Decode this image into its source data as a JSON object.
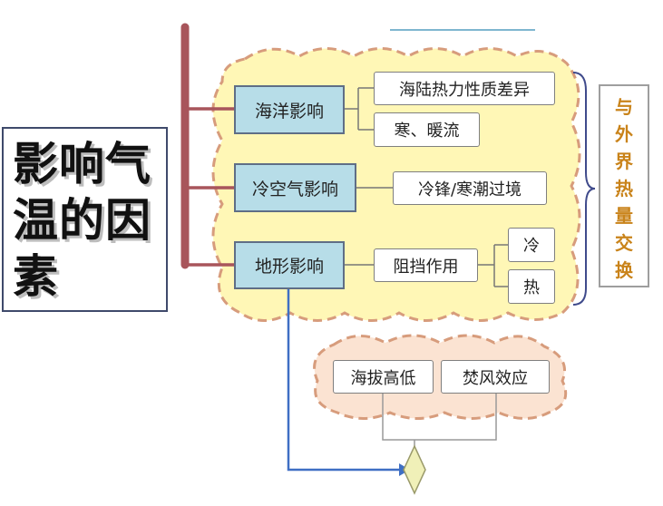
{
  "title": "影响气温的因素",
  "categories": [
    {
      "label": "海洋影响",
      "leaves": [
        "海陆热力性质差异",
        "寒、暖流"
      ]
    },
    {
      "label": "冷空气影响",
      "leaves": [
        "冷锋/寒潮过境"
      ]
    },
    {
      "label": "地形影响",
      "leaves": [
        "阻挡作用"
      ],
      "subleaves": [
        "冷",
        "热"
      ]
    }
  ],
  "bottom_nodes": [
    "海拔高低",
    "焚风效应"
  ],
  "side_note": "与外界热量交换",
  "colors": {
    "cloud_fill": "#fff7b6",
    "cloud_border": "#d79c7c",
    "bottom_cloud_fill": "#fbe3d2",
    "category_fill": "#b7dde8",
    "spine": "#a8555b",
    "arrow": "#3f6fc4",
    "side_text": "#c9831a",
    "diamond_fill": "#f0f0b8"
  }
}
